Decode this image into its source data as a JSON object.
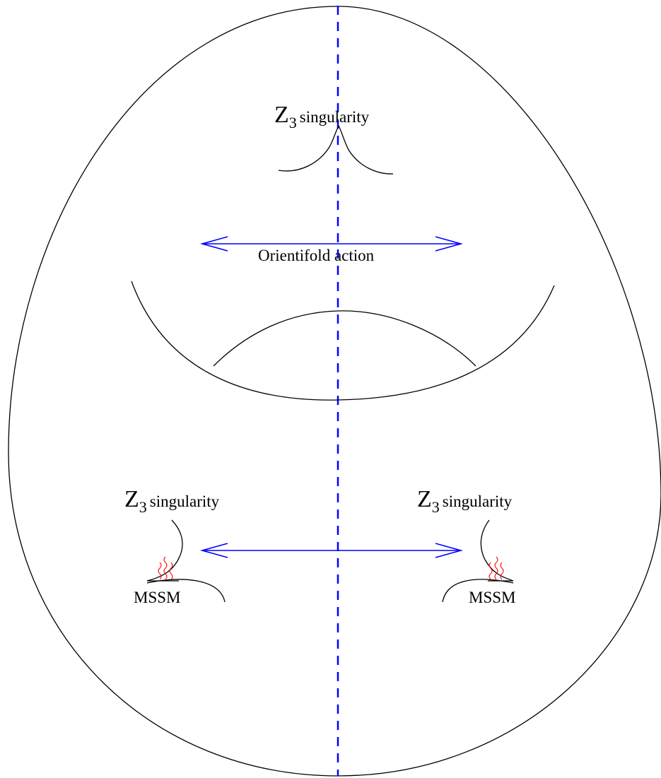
{
  "labels": {
    "top_singularity": {
      "Z": "Z",
      "sub": "3",
      "text": "singularity"
    },
    "left_singularity": {
      "Z": "Z",
      "sub": "3",
      "text": "singularity"
    },
    "right_singularity": {
      "Z": "Z",
      "sub": "3",
      "text": "singularity"
    },
    "orientifold": "Orientifold action",
    "mssm_left": "MSSM",
    "mssm_right": "MSSM"
  },
  "colors": {
    "outline": "#000000",
    "arrow": "#0000ff",
    "axis": "#0000ff",
    "strings": "#ff0000"
  }
}
